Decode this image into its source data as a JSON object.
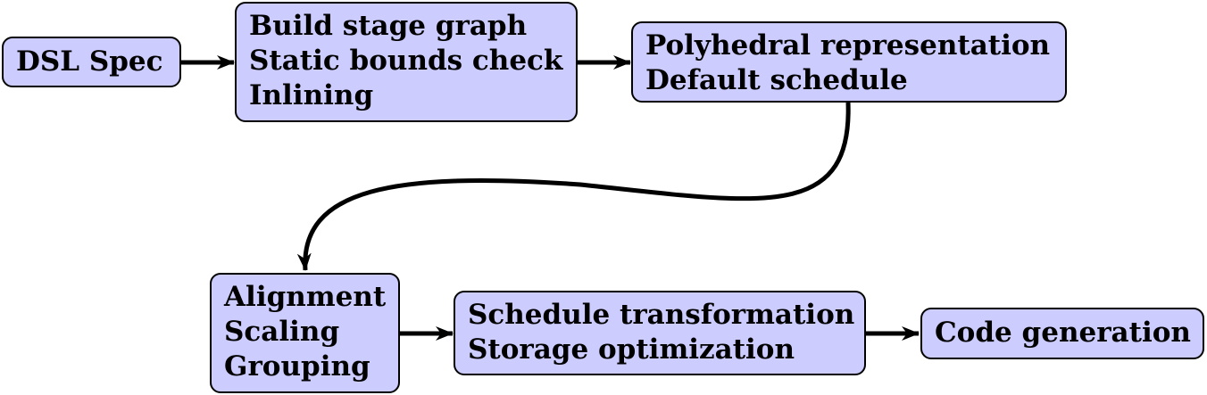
{
  "nodes": {
    "dsl_spec": {
      "lines": [
        "DSL Spec"
      ]
    },
    "build": {
      "lines": [
        "Build stage graph",
        "Static bounds check",
        "Inlining"
      ]
    },
    "poly": {
      "lines": [
        "Polyhedral representation",
        "Default schedule"
      ]
    },
    "align": {
      "lines": [
        "Alignment",
        "Scaling",
        "Grouping"
      ]
    },
    "sched": {
      "lines": [
        "Schedule transformation",
        "Storage optimization"
      ]
    },
    "code": {
      "lines": [
        "Code generation"
      ]
    }
  },
  "colors": {
    "node_fill": "#ccccff",
    "stroke": "#000000"
  }
}
